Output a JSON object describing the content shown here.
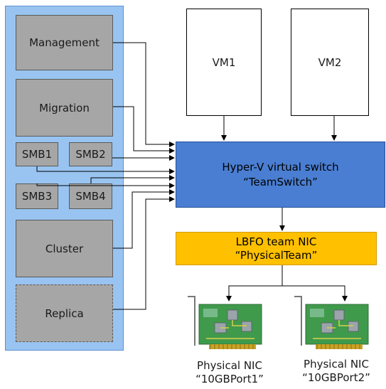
{
  "host_services": {
    "management": "Management",
    "migration": "Migration",
    "smb1": "SMB1",
    "smb2": "SMB2",
    "smb3": "SMB3",
    "smb4": "SMB4",
    "cluster": "Cluster",
    "replica": "Replica"
  },
  "vms": {
    "vm1": "VM1",
    "vm2": "VM2"
  },
  "virtual_switch": {
    "line1": "Hyper-V virtual switch",
    "line2": "“TeamSwitch”"
  },
  "team_nic": {
    "line1": "LBFO team NIC",
    "line2": "“PhysicalTeam”"
  },
  "physical_nics": {
    "nic1": {
      "line1": "Physical NIC",
      "line2": "“10GBPort1”"
    },
    "nic2": {
      "line1": "Physical NIC",
      "line2": "“10GBPort2”"
    }
  },
  "colors": {
    "host_panel": "#99c4f1",
    "service_box": "#a6a6a6",
    "virtual_switch": "#4a7ed2",
    "team_nic": "#ffc000",
    "nic_board": "#3f9a4c"
  }
}
